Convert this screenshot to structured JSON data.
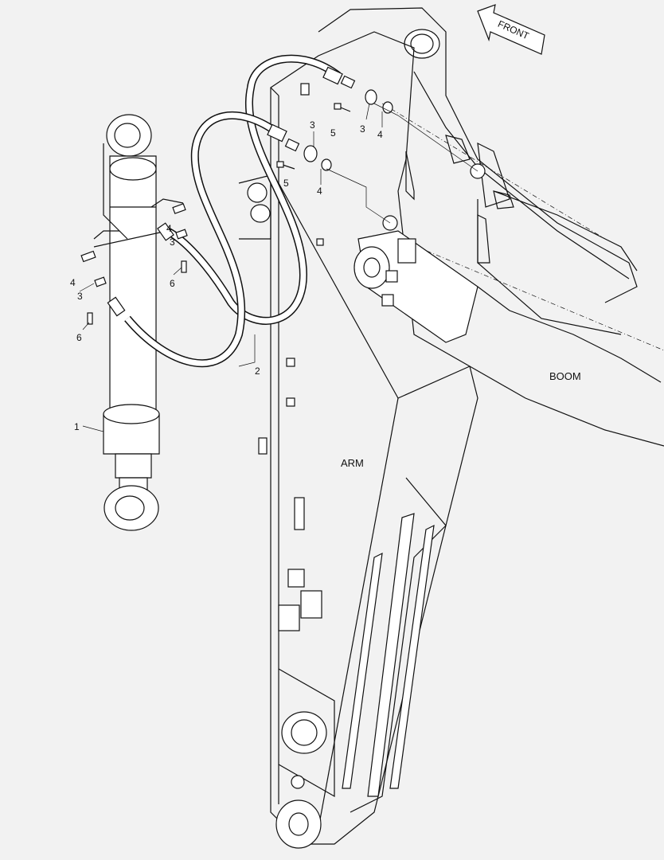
{
  "labels": {
    "front": "FRONT",
    "boom": "BOOM",
    "arm": "ARM"
  },
  "callouts": {
    "c1": "1",
    "c2": "2",
    "c3a": "3",
    "c3b": "3",
    "c3c": "3",
    "c3d": "3",
    "c4a": "4",
    "c4b": "4",
    "c4c": "4",
    "c4d": "4",
    "c5a": "5",
    "c5b": "5",
    "c6a": "6",
    "c6b": "6"
  }
}
